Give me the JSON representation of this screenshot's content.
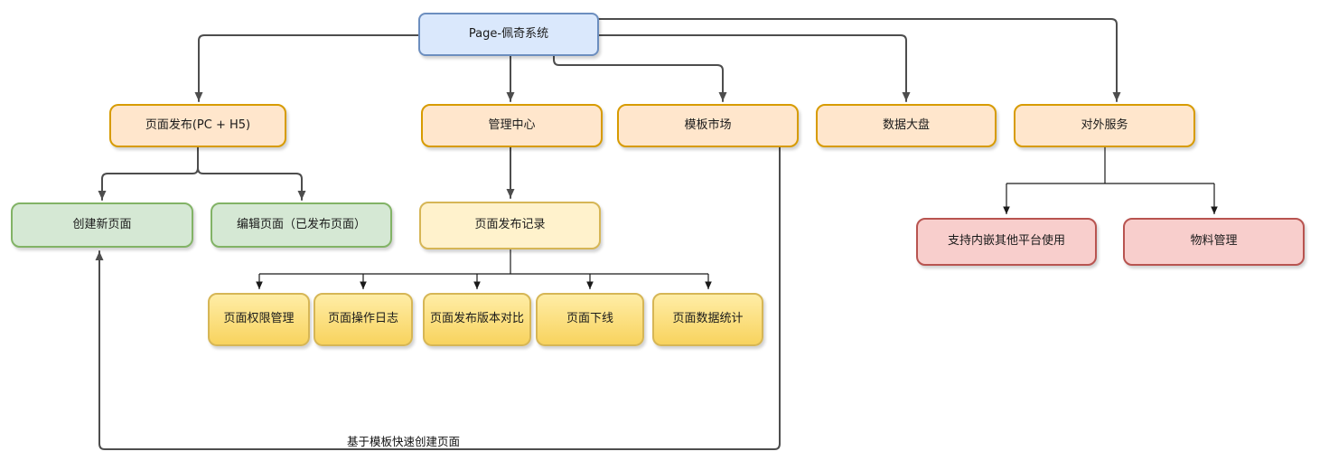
{
  "diagram": {
    "nodes": {
      "root": {
        "label": "Page-佩奇系统"
      },
      "page_publish": {
        "label": "页面发布(PC + H5)"
      },
      "admin_center": {
        "label": "管理中心"
      },
      "template_market": {
        "label": "模板市场"
      },
      "data_dashboard": {
        "label": "数据大盘"
      },
      "external_service": {
        "label": "对外服务"
      },
      "create_page": {
        "label": "创建新页面"
      },
      "edit_page": {
        "label": "编辑页面（已发布页面）"
      },
      "publish_records": {
        "label": "页面发布记录"
      },
      "perm_mgmt": {
        "label": "页面权限管理"
      },
      "op_log": {
        "label": "页面操作日志"
      },
      "version_diff": {
        "label": "页面发布版本对比"
      },
      "page_offline": {
        "label": "页面下线"
      },
      "data_stats": {
        "label": "页面数据统计"
      },
      "embed_support": {
        "label": "支持内嵌其他平台使用"
      },
      "material_mgmt": {
        "label": "物料管理"
      }
    },
    "edges": [
      {
        "from": "root",
        "to": "page_publish"
      },
      {
        "from": "root",
        "to": "admin_center"
      },
      {
        "from": "root",
        "to": "template_market"
      },
      {
        "from": "root",
        "to": "data_dashboard"
      },
      {
        "from": "root",
        "to": "external_service"
      },
      {
        "from": "page_publish",
        "to": "create_page"
      },
      {
        "from": "page_publish",
        "to": "edit_page"
      },
      {
        "from": "admin_center",
        "to": "publish_records"
      },
      {
        "from": "publish_records",
        "to": "perm_mgmt"
      },
      {
        "from": "publish_records",
        "to": "op_log"
      },
      {
        "from": "publish_records",
        "to": "version_diff"
      },
      {
        "from": "publish_records",
        "to": "page_offline"
      },
      {
        "from": "publish_records",
        "to": "data_stats"
      },
      {
        "from": "external_service",
        "to": "embed_support"
      },
      {
        "from": "external_service",
        "to": "material_mgmt"
      },
      {
        "from": "template_market",
        "to": "create_page",
        "label": "基于模板快速创建页面"
      }
    ],
    "colors": {
      "root_fill": "#dae8fc",
      "root_stroke": "#6c8ebf",
      "level2_fill": "#ffe6cc",
      "level2_stroke": "#d79b00",
      "green_fill": "#d5e8d4",
      "green_stroke": "#82b366",
      "yellow_fill": "#fff2cc",
      "yellow_stroke": "#d6b656",
      "gold_fill_top": "#ffeda6",
      "gold_fill_bottom": "#f8d35e",
      "gold_stroke": "#d6b656",
      "red_fill": "#f8cecc",
      "red_stroke": "#b85450",
      "connector_primary": "#4d4d4d",
      "connector_secondary": "#1a1a1a",
      "background": "#ffffff"
    }
  }
}
